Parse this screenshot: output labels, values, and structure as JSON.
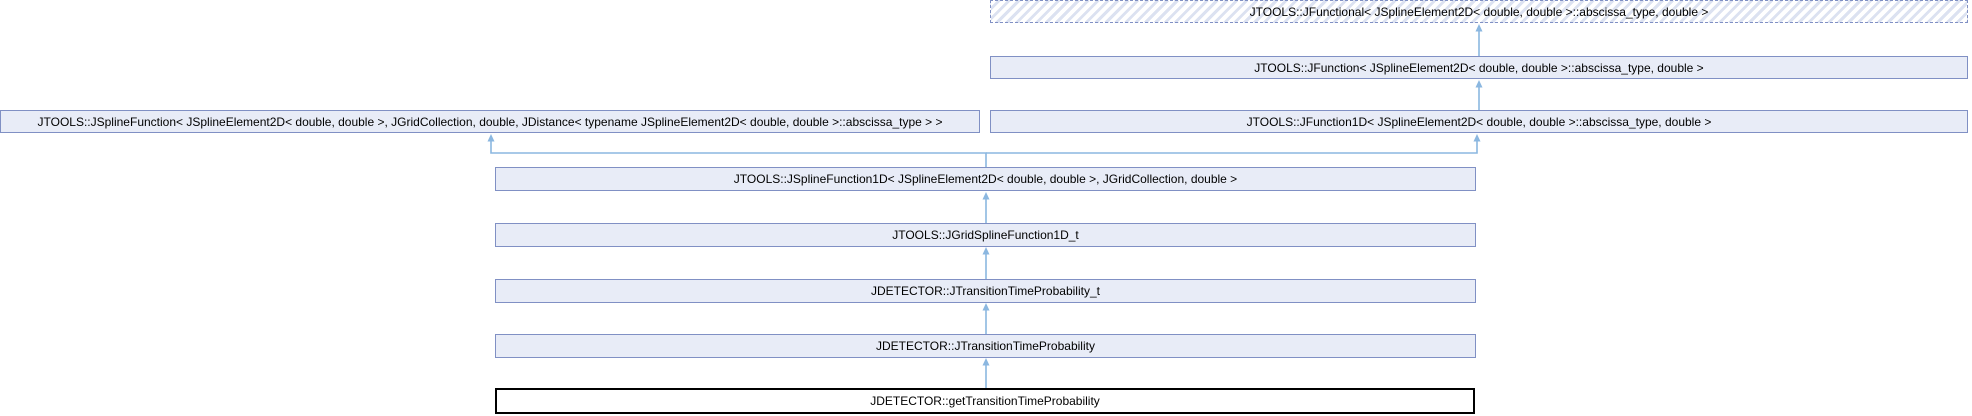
{
  "diagram": {
    "kind": "class-inheritance-graph",
    "colors": {
      "node_border": "#8090c4",
      "node_fill": "#e8ecf7",
      "focus_border": "#000000",
      "focus_fill": "#ffffff",
      "arrow": "#8bb7e0",
      "hatch": "#dce2f1",
      "text": "#000000",
      "background": "#ffffff"
    },
    "nodes": [
      {
        "id": "jfunctional",
        "label": "JTOOLS::JFunctional< JSplineElement2D< double, double >::abscissa_type, double >",
        "style": "template-dashed-hatched"
      },
      {
        "id": "jfunction",
        "label": "JTOOLS::JFunction< JSplineElement2D< double, double >::abscissa_type, double >",
        "style": "class"
      },
      {
        "id": "jsplinefunction",
        "label": "JTOOLS::JSplineFunction< JSplineElement2D< double, double >, JGridCollection, double, JDistance< typename JSplineElement2D< double, double >::abscissa_type > >",
        "style": "class"
      },
      {
        "id": "jfunction1d",
        "label": "JTOOLS::JFunction1D< JSplineElement2D< double, double >::abscissa_type, double >",
        "style": "class"
      },
      {
        "id": "jsplinefunction1d",
        "label": "JTOOLS::JSplineFunction1D< JSplineElement2D< double, double >, JGridCollection, double >",
        "style": "class"
      },
      {
        "id": "jgridsplinefunction1d_t",
        "label": "JTOOLS::JGridSplineFunction1D_t",
        "style": "class"
      },
      {
        "id": "jtransitiontimeprobability_t",
        "label": "JDETECTOR::JTransitionTimeProbability_t",
        "style": "class"
      },
      {
        "id": "jtransitiontimeprobability",
        "label": "JDETECTOR::JTransitionTimeProbability",
        "style": "class"
      },
      {
        "id": "gettransitiontimeprobability",
        "label": "JDETECTOR::getTransitionTimeProbability",
        "style": "focus"
      }
    ],
    "edges": [
      {
        "from": "jfunction",
        "to": "jfunctional",
        "relation": "inherits"
      },
      {
        "from": "jfunction1d",
        "to": "jfunction",
        "relation": "inherits"
      },
      {
        "from": "jsplinefunction1d",
        "to": "jsplinefunction",
        "relation": "inherits"
      },
      {
        "from": "jsplinefunction1d",
        "to": "jfunction1d",
        "relation": "inherits"
      },
      {
        "from": "jgridsplinefunction1d_t",
        "to": "jsplinefunction1d",
        "relation": "inherits"
      },
      {
        "from": "jtransitiontimeprobability_t",
        "to": "jgridsplinefunction1d_t",
        "relation": "inherits"
      },
      {
        "from": "jtransitiontimeprobability",
        "to": "jtransitiontimeprobability_t",
        "relation": "inherits"
      },
      {
        "from": "gettransitiontimeprobability",
        "to": "jtransitiontimeprobability",
        "relation": "inherits"
      }
    ]
  }
}
